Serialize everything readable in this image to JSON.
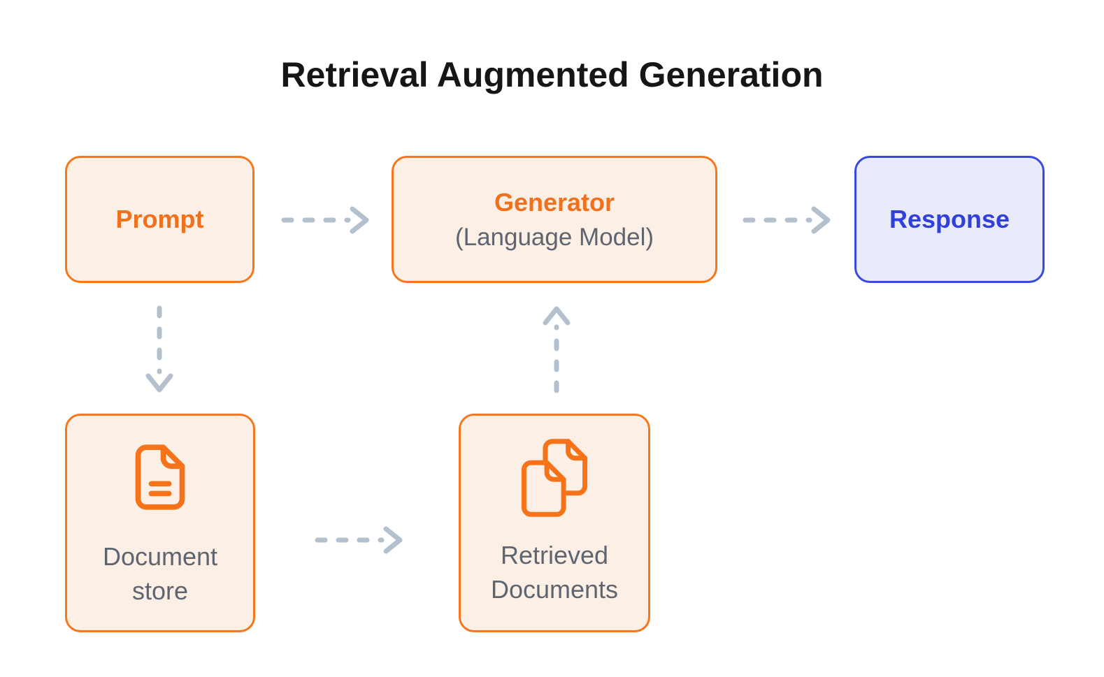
{
  "title": "Retrieval Augmented Generation",
  "nodes": {
    "prompt": {
      "label": "Prompt"
    },
    "generator": {
      "label": "Generator",
      "sublabel": "(Language Model)"
    },
    "response": {
      "label": "Response"
    },
    "document_store": {
      "label": "Document store",
      "icon": "document-icon"
    },
    "retrieved_documents": {
      "label": "Retrieved Documents",
      "icon": "copied-documents-icon"
    }
  },
  "arrows": [
    {
      "from": "prompt",
      "to": "generator",
      "style": "dashed",
      "direction": "right"
    },
    {
      "from": "generator",
      "to": "response",
      "style": "dashed",
      "direction": "right"
    },
    {
      "from": "prompt",
      "to": "document_store",
      "style": "dashed",
      "direction": "down"
    },
    {
      "from": "document_store",
      "to": "retrieved_documents",
      "style": "dashed",
      "direction": "right"
    },
    {
      "from": "retrieved_documents",
      "to": "generator",
      "style": "dashed",
      "direction": "up"
    }
  ],
  "colors": {
    "orange": "#F7771E",
    "orange_fill": "#FCEFE5",
    "orange_text": "#F0701D",
    "blue": "#3A49DD",
    "blue_fill": "#E9EBFA",
    "blue_text": "#3240DB",
    "gray_text": "#5F6570",
    "arrow": "#B3C0CE",
    "title": "#161616",
    "background": "#FFFFFF"
  }
}
